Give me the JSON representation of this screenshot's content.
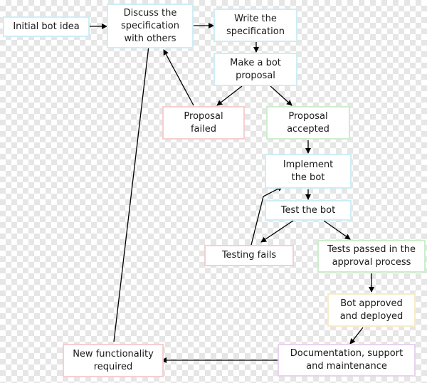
{
  "colors": {
    "node_border_blue": "#cdeef5",
    "node_border_red": "#f5cfcf",
    "node_border_green": "#cdeecb",
    "node_border_yellow": "#f7ecc9",
    "node_border_purple": "#e7d3ef",
    "node_border_plain": "#cfcfcf",
    "arrow": "#000000"
  },
  "nodes": {
    "initial_idea": "Initial bot idea",
    "discuss": "Discuss the\nspecification\nwith others",
    "write_spec": "Write the\nspecification",
    "proposal": "Make a bot\nproposal",
    "proposal_failed": "Proposal\nfailed",
    "proposal_accepted": "Proposal\naccepted",
    "implement": "Implement\nthe bot",
    "test": "Test the bot",
    "testing_fails": "Testing fails",
    "tests_passed": "Tests passed in the\napproval process",
    "approved": "Bot approved\nand deployed",
    "documentation": "Documentation, support\nand maintenance",
    "new_functionality": "New functionality\nrequired"
  }
}
